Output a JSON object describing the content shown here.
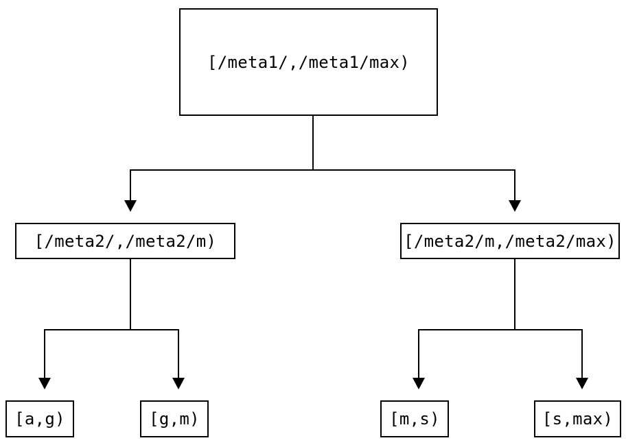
{
  "colors": {
    "background": "#ffffff",
    "line": "#000000",
    "box_border": "#000000",
    "box_fill": "#ffffff",
    "text": "#000000"
  },
  "tree": {
    "root": {
      "label": "[/meta1/,/meta1/max)",
      "children": [
        {
          "label": "[/meta2/,/meta2/m)",
          "children": [
            {
              "label": "[a,g)"
            },
            {
              "label": "[g,m)"
            }
          ]
        },
        {
          "label": "[/meta2/m,/meta2/max)",
          "children": [
            {
              "label": "[m,s)"
            },
            {
              "label": "[s,max)"
            }
          ]
        }
      ]
    }
  }
}
